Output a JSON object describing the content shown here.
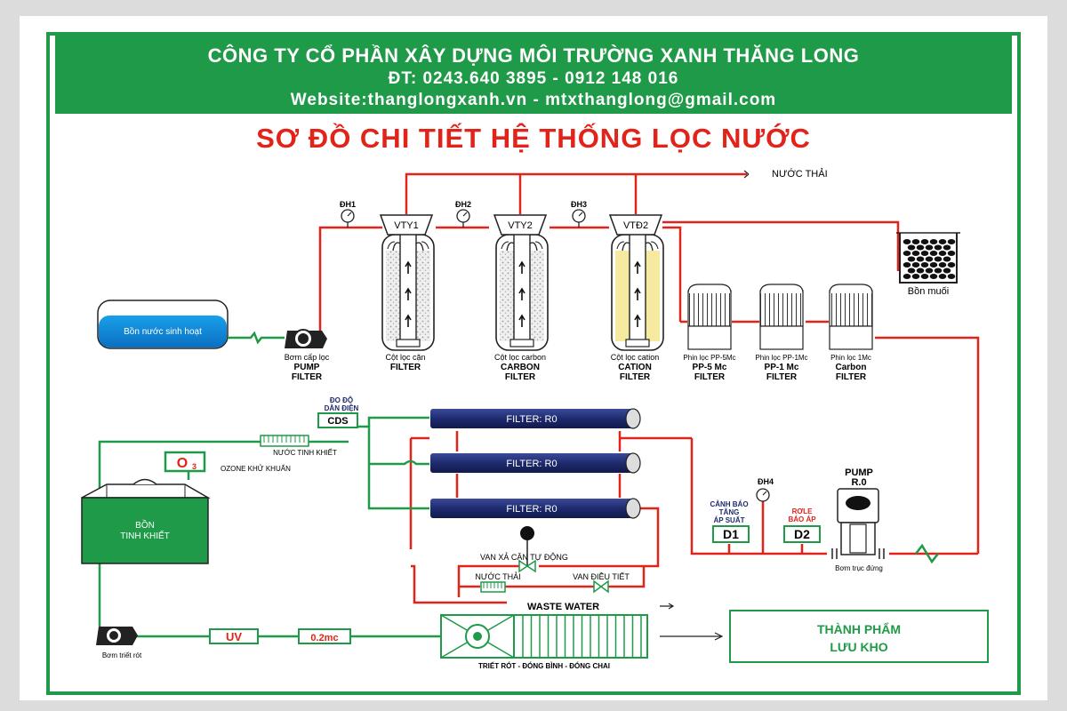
{
  "header": {
    "company": "CÔNG TY CỔ PHẦN XÂY DỰNG MÔI TRƯỜNG XANH THĂNG LONG",
    "phone": "ĐT: 0243.640 3895 - 0912 148 016",
    "web": "Website:thanglongxanh.vn - mtxthanglong@gmail.com"
  },
  "title": "SƠ ĐỒ CHI TIẾT HỆ THỐNG LỌC NƯỚC",
  "colors": {
    "green": "#1f9a48",
    "red": "#e2231a",
    "blue": "#0b7bd4",
    "navy": "#1e2b6e",
    "cation": "#f5eaa0"
  },
  "labels": {
    "nuoc_thai_top": "NƯỚC THẢI",
    "dh1": "ĐH1",
    "dh2": "ĐH2",
    "dh3": "ĐH3",
    "dh4": "ĐH4",
    "vty1": "VTY1",
    "vty2": "VTY2",
    "vtd2": "VTĐ2",
    "bon_sinh_hoat": "Bồn nước sinh hoạt",
    "bon_muoi": "Bồn muối",
    "pump_vn": "Bơm cấp lọc",
    "pump_en1": "PUMP",
    "pump_en2": "FILTER",
    "col1_vn": "Cột lọc cặn",
    "col1_en": "FILTER",
    "col2_vn": "Cột lọc carbon",
    "col2_en1": "CARBON",
    "col2_en2": "FILTER",
    "col3_vn": "Cột lọc cation",
    "col3_en1": "CATION",
    "col3_en2": "FILTER",
    "cart1_vn": "Phin lọc PP-5Mc",
    "cart1_en1": "PP-5 Mc",
    "cart1_en2": "FILTER",
    "cart2_vn": "Phin lọc PP-1Mc",
    "cart2_en1": "PP-1 Mc",
    "cart2_en2": "FILTER",
    "cart3_vn": "Phin lọc 1Mc",
    "cart3_en1": "Carbon",
    "cart3_en2": "FILTER",
    "do_do1": "ĐO ĐỘ",
    "do_do2": "DẪN ĐIỆN",
    "cds": "CDS",
    "nuoc_tinh_khiet": "NƯỚC TINH KHIẾT",
    "o3": "O",
    "o3_sub": "3",
    "ozone": "OZONE KHỬ KHUẨN",
    "ro1": "FILTER: R0",
    "ro2": "FILTER: R0",
    "ro3": "FILTER: R0",
    "bon_tk1": "BỒN",
    "bon_tk2": "TINH KHIẾT",
    "van_xa": "VAN XẢ CẶN TỰ ĐỘNG",
    "nuoc_thai_low": "NƯỚC THẢI",
    "van_dieu_tiet": "VAN ĐIỀU TIẾT",
    "waste": "WASTE WATER",
    "canh_bao1": "CẢNH BÁO",
    "canh_bao2": "TĂNG",
    "canh_bao3": "ÁP SUẤT",
    "role1": "RƠLE",
    "role2": "BÁO ÁP",
    "d1": "D1",
    "d2": "D2",
    "pump_ro1": "PUMP",
    "pump_ro2": "R.0",
    "bom_truc_dung": "Bơm trục đứng",
    "uv": "UV",
    "mc02": "0.2mc",
    "bom_triet_rot": "Bơm triết rót",
    "triet_rot": "TRIẾT RÓT - ĐÓNG BÌNH - ĐÓNG CHAI",
    "thanh_pham1": "THÀNH PHẨM",
    "thanh_pham2": "LƯU KHO"
  }
}
